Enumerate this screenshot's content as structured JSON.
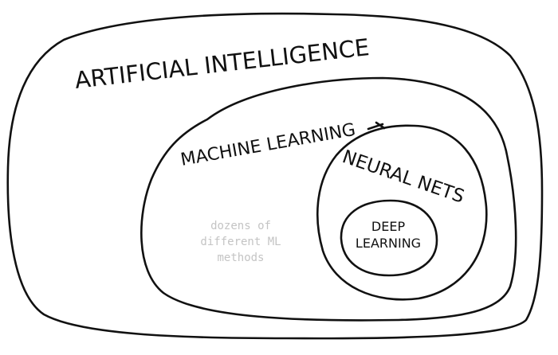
{
  "labels": {
    "ai": "ARTIFICIAL INTELLIGENCE",
    "ml": "MACHINE LEARNING",
    "nn": "NEURAL NETS",
    "dl_line1": "DEEP",
    "dl_line2": "LEARNING"
  },
  "note": {
    "line1": "dozens of",
    "line2": "different ML",
    "line3": "methods"
  },
  "colors": {
    "ink": "#111111",
    "note_text": "#c4c4c4",
    "background": "#ffffff"
  }
}
